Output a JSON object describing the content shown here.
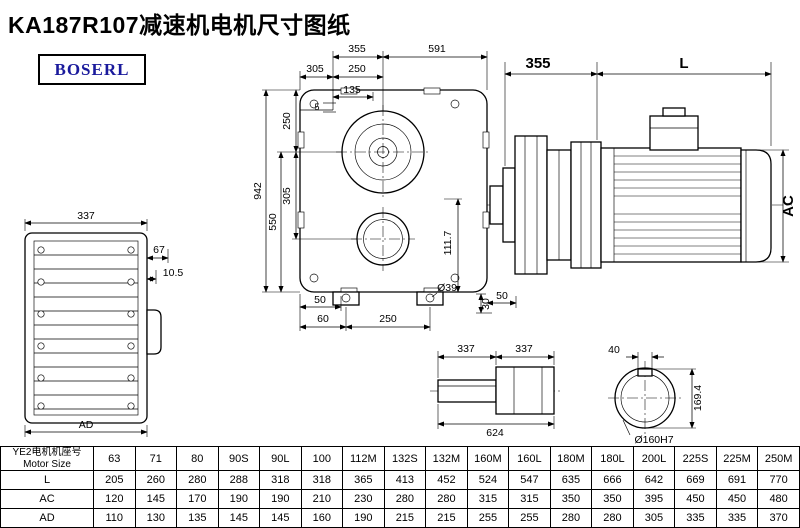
{
  "header": {
    "title": "KA187R107减速机电机尺寸图纸",
    "logo": "BOSERL"
  },
  "colors": {
    "logo_blue": "#1a1a9c",
    "line_ink": "#000000"
  },
  "drawing": {
    "left_view": {
      "width_337": "337",
      "dim_67": "67",
      "dim_10_5": "10.5",
      "dim_ad": "AD"
    },
    "front_view": {
      "dim_355": "355",
      "dim_591": "591",
      "dim_305_top": "305",
      "dim_250_top": "250",
      "dim_135": "135",
      "dim_942": "942",
      "dim_550": "550",
      "dim_305_v": "305",
      "dim_250_v": "250",
      "dim_5": "5",
      "dim_111_7": "111.7",
      "dim_50_left": "50",
      "dim_60": "60",
      "dim_250_bottom": "250",
      "dim_phi39": "Ø39",
      "dim_30": "30",
      "dim_50_right": "50"
    },
    "motor_view": {
      "dim_355": "355",
      "dim_l": "L",
      "dim_ac": "AC"
    },
    "shaft_view": {
      "dim_337_a": "337",
      "dim_337_b": "337",
      "dim_624": "624"
    },
    "bore_view": {
      "dim_40": "40",
      "dim_169_4": "169.4",
      "dim_bore": "Ø160H7"
    }
  },
  "table": {
    "header_cn": "YE2电机机座号",
    "header_en": "Motor Size",
    "sizes": [
      "63",
      "71",
      "80",
      "90S",
      "90L",
      "100",
      "112M",
      "132S",
      "132M",
      "160M",
      "160L",
      "180M",
      "180L",
      "200L",
      "225S",
      "225M",
      "250M"
    ],
    "rows": [
      {
        "label": "L",
        "values": [
          "205",
          "260",
          "280",
          "288",
          "318",
          "318",
          "365",
          "413",
          "452",
          "524",
          "547",
          "635",
          "666",
          "642",
          "669",
          "691",
          "770"
        ]
      },
      {
        "label": "AC",
        "values": [
          "120",
          "145",
          "170",
          "190",
          "190",
          "210",
          "230",
          "280",
          "280",
          "315",
          "315",
          "350",
          "350",
          "395",
          "450",
          "450",
          "480"
        ]
      },
      {
        "label": "AD",
        "values": [
          "110",
          "130",
          "135",
          "145",
          "145",
          "160",
          "190",
          "215",
          "215",
          "255",
          "255",
          "280",
          "280",
          "305",
          "335",
          "335",
          "370"
        ]
      }
    ]
  }
}
